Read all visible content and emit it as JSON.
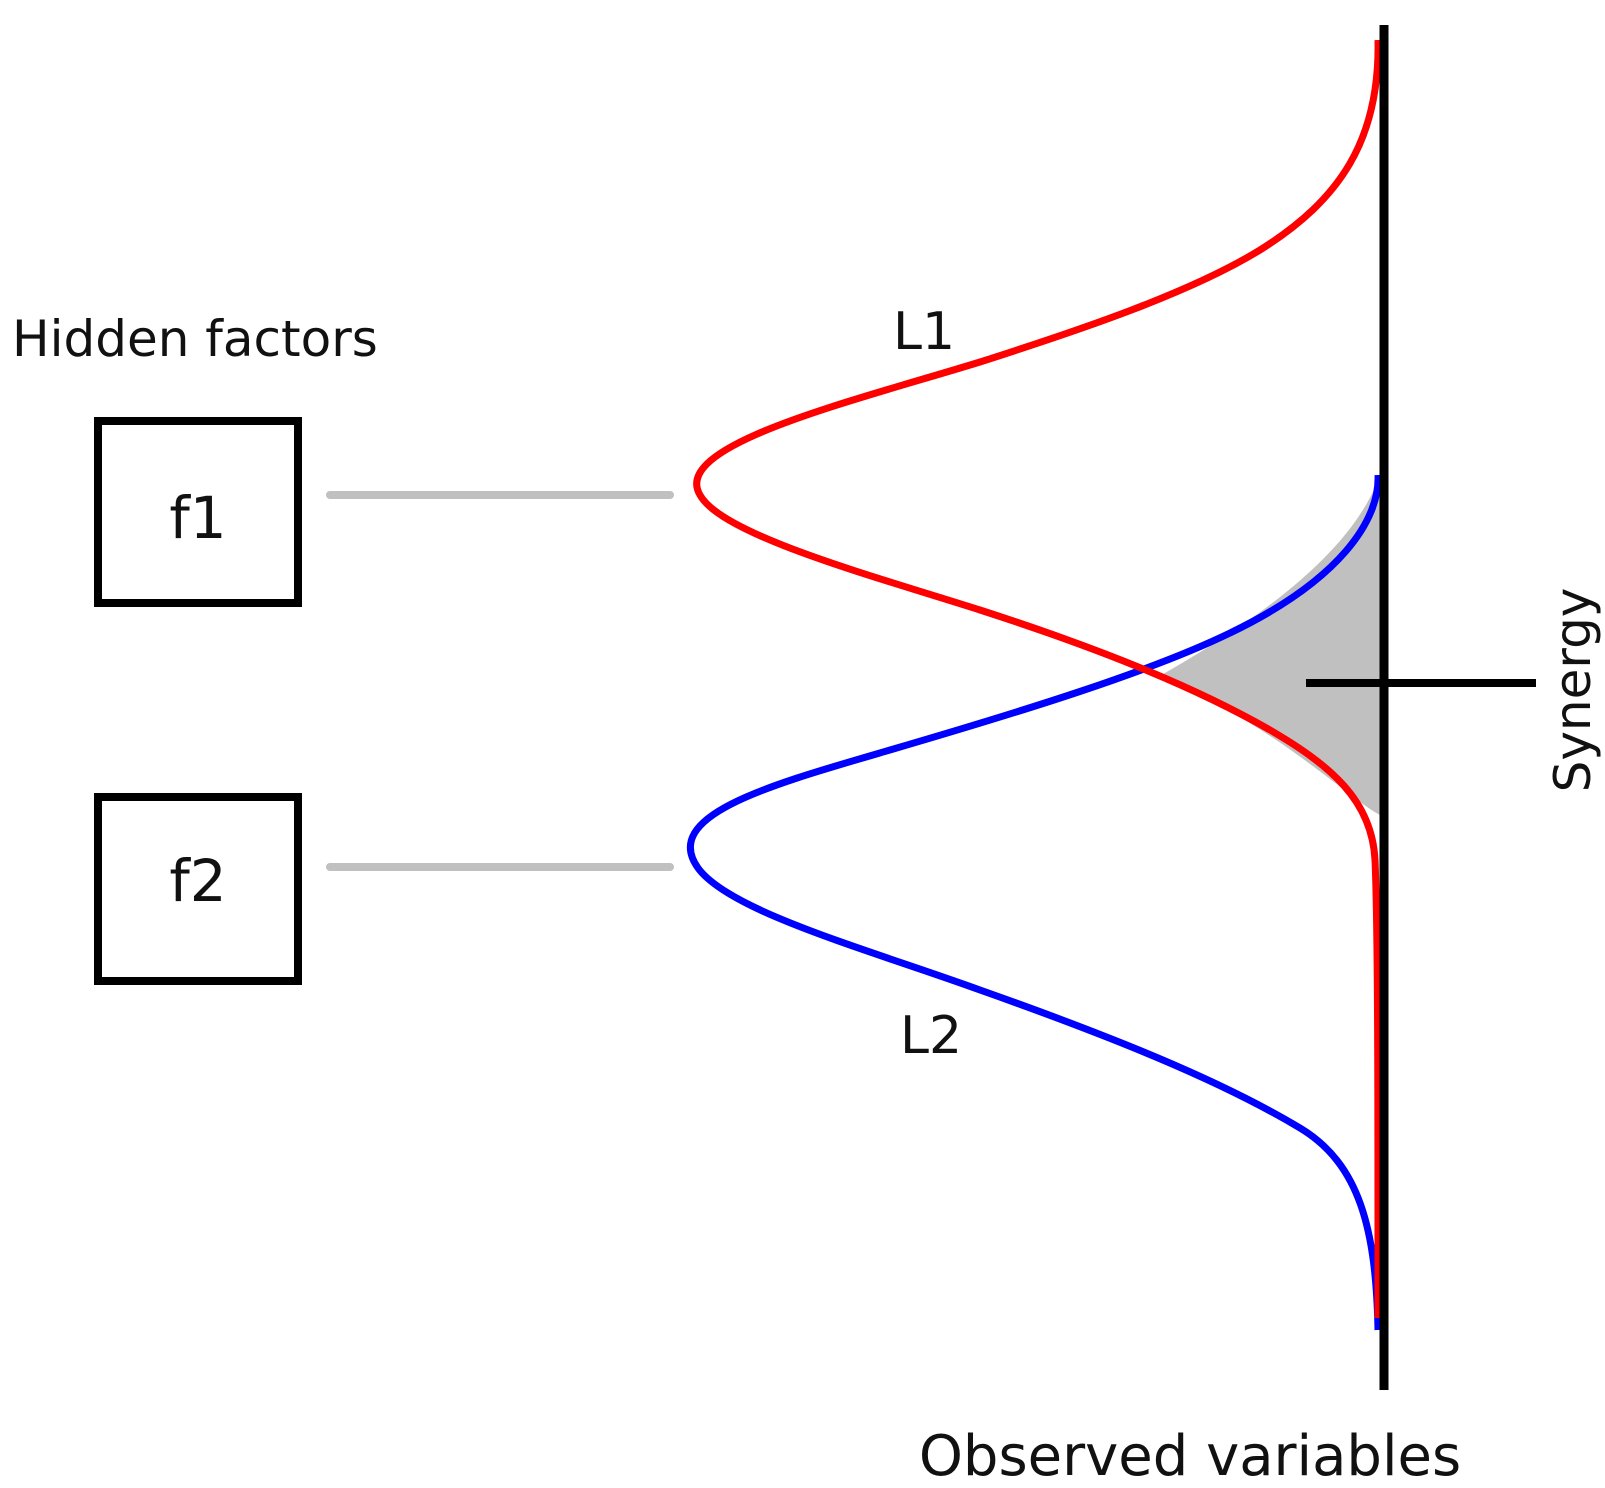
{
  "labels": {
    "hidden_factors": "Hidden factors",
    "observed_variables": "Observed variables",
    "synergy": "Synergy"
  },
  "factors": [
    {
      "label": "f1"
    },
    {
      "label": "f2"
    }
  ],
  "curves": [
    {
      "label": "L1",
      "color": "#ff0000"
    },
    {
      "label": "L2",
      "color": "#0000ff"
    }
  ],
  "colors": {
    "axis": "#000000",
    "connector": "#c0c0c0",
    "synergy_fill": "#c0c0c0"
  }
}
